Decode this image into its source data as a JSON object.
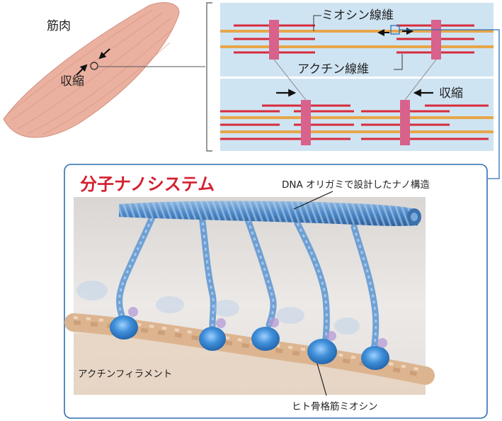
{
  "labels": {
    "muscle": "筋肉",
    "contraction_muscle": "収縮",
    "myosin_filament": "ミオシン線維",
    "actin_filament": "アクチン線維",
    "contraction_sarcomere": "収縮",
    "nanosystem_title": "分子ナノシステム",
    "dna_origami": "DNA オリガミで設計したナノ構造",
    "actin_filament_kana": "アクチンフィラメント",
    "human_myosin": "ヒト骨格筋ミオシン"
  },
  "colors": {
    "muscle_fill": "#ebb1a0",
    "muscle_stroke": "#d18f7d",
    "sarcomere_bg": "#cfe4f2",
    "actin_red": "#d72b3c",
    "myosin_orange": "#e7a64a",
    "z_disc": "#d8628b",
    "panel_border": "#2f6fb0",
    "title_red": "#d3202f",
    "dna_blue": "#4a86c6",
    "myosin_head": "#3f8fd9",
    "filament_beige": "#dcb590",
    "photo_bg": "#e9e6e4"
  },
  "icons": [
    "arrow-icon",
    "zoom-circle-icon",
    "bracket-icon"
  ]
}
